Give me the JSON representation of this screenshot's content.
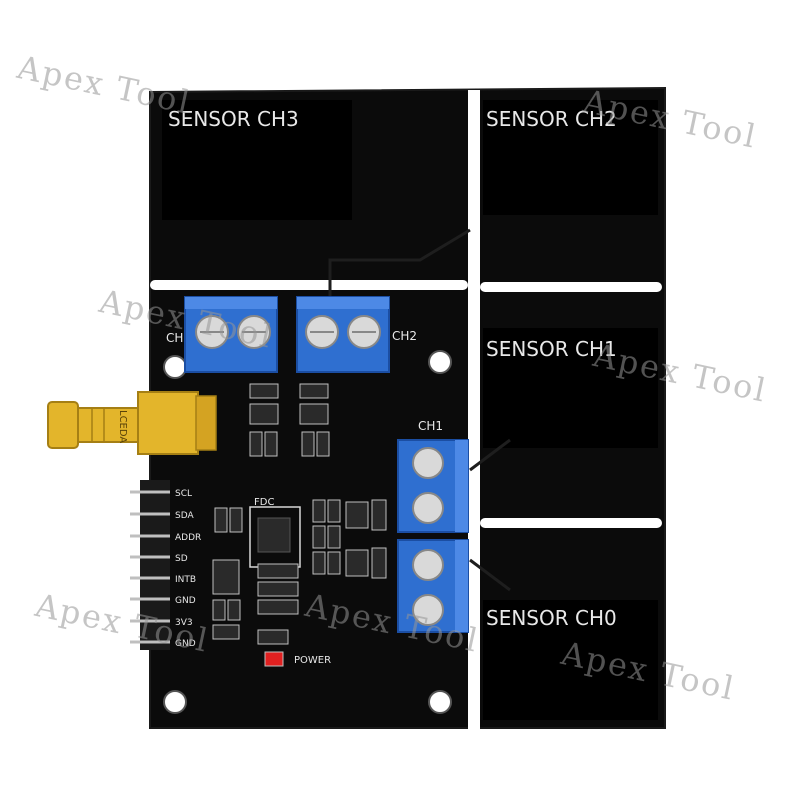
{
  "board": {
    "pcb_color": "#0b0b0b",
    "copper_color": "#000000",
    "connector_color": "#2f6fd0",
    "sma_color": "#e3b52b"
  },
  "pads": {
    "ch3": "SENSOR CH3",
    "ch2": "SENSOR CH2",
    "ch1": "SENSOR CH1",
    "ch0": "SENSOR CH0"
  },
  "connectors": {
    "left_label": "CH",
    "mid_label": "CH2",
    "right_label": "CH1"
  },
  "header_pins": [
    "SCL",
    "SDA",
    "ADDR",
    "SD",
    "INTB",
    "GND",
    "3V3",
    "GND"
  ],
  "chip_label": "FDC",
  "power_label": "POWER",
  "sma_label": "LCEDA",
  "watermark": "Apex Tool"
}
